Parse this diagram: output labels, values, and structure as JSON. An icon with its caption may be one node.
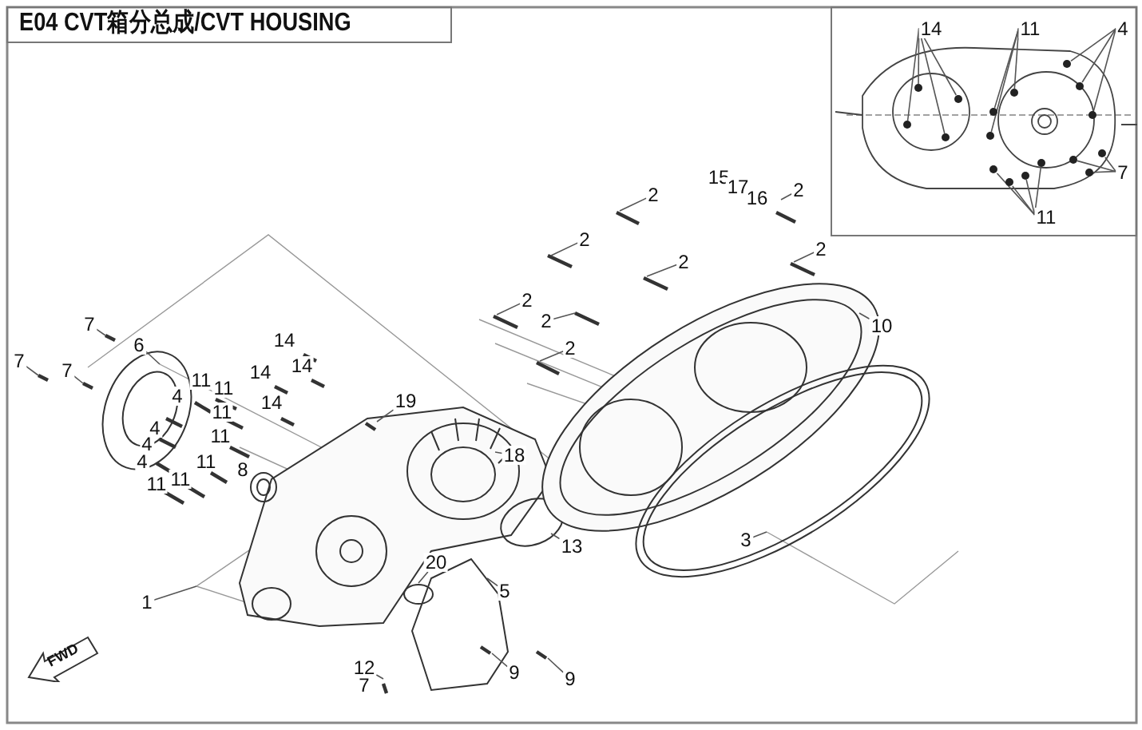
{
  "diagram": {
    "title": "E04 CVT箱分总成/CVT HOUSING",
    "nodes": [
      {
        "text": [
          "2"
        ]
      },
      {
        "text": [
          "15"
        ]
      },
      {
        "text": [
          "17"
        ]
      },
      {
        "text": [
          "16"
        ]
      },
      {
        "text": [
          "2"
        ]
      },
      {
        "text": [
          "2"
        ]
      },
      {
        "text": [
          "2"
        ]
      },
      {
        "text": [
          "2"
        ]
      },
      {
        "text": [
          "2"
        ]
      },
      {
        "text": [
          "2"
        ]
      },
      {
        "text": [
          "2"
        ]
      },
      {
        "text": [
          "14"
        ]
      },
      {
        "text": [
          "11"
        ]
      },
      {
        "text": [
          "4"
        ]
      },
      {
        "text": [
          "7"
        ]
      },
      {
        "text": [
          "11"
        ]
      },
      {
        "text": [
          "7"
        ]
      },
      {
        "text": [
          "6"
        ]
      },
      {
        "text": [
          "7"
        ]
      },
      {
        "text": [
          "7"
        ]
      },
      {
        "text": [
          "14"
        ]
      },
      {
        "text": [
          "14"
        ]
      },
      {
        "text": [
          "14"
        ]
      },
      {
        "text": [
          "14"
        ]
      },
      {
        "text": [
          "11"
        ]
      },
      {
        "text": [
          "11"
        ]
      },
      {
        "text": [
          "4"
        ]
      },
      {
        "text": [
          "11"
        ]
      },
      {
        "text": [
          "4"
        ]
      },
      {
        "text": [
          "11"
        ]
      },
      {
        "text": [
          "4"
        ]
      },
      {
        "text": [
          "4"
        ]
      },
      {
        "text": [
          "11"
        ]
      },
      {
        "text": [
          "8"
        ]
      },
      {
        "text": [
          "11"
        ]
      },
      {
        "text": [
          "11"
        ]
      },
      {
        "text": [
          "19"
        ]
      },
      {
        "text": [
          "18"
        ]
      },
      {
        "text": [
          "1"
        ]
      },
      {
        "text": [
          "20"
        ]
      },
      {
        "text": [
          "13"
        ]
      },
      {
        "text": [
          "5"
        ]
      },
      {
        "text": [
          "12"
        ]
      },
      {
        "text": [
          "7"
        ]
      },
      {
        "text": [
          "9"
        ]
      },
      {
        "text": [
          "9"
        ]
      },
      {
        "text": [
          "10"
        ]
      },
      {
        "text": [
          "3"
        ]
      },
      {
        "text": [
          "FWD"
        ]
      },
      {
        "text": [],
        "shape": "circle"
      },
      {
        "text": [],
        "shape": "circle"
      },
      {
        "text": [],
        "shape": "circle"
      },
      {
        "text": [],
        "shape": "circle"
      },
      {
        "text": [],
        "shape": "circle"
      },
      {
        "text": [],
        "shape": "circle"
      },
      {
        "text": [],
        "shape": "circle"
      },
      {
        "text": [],
        "shape": "circle"
      },
      {
        "text": [],
        "shape": "circle"
      },
      {
        "text": [],
        "shape": "circle"
      },
      {
        "text": [],
        "shape": "circle"
      },
      {
        "text": [],
        "shape": "circle"
      },
      {
        "text": [],
        "shape": "circle"
      },
      {
        "text": [],
        "shape": "circle"
      },
      {
        "text": [],
        "shape": "circle"
      },
      {
        "text": [],
        "shape": "circle"
      },
      {
        "text": [],
        "shape": "circle"
      }
    ],
    "edges": [
      {
        "from": 0,
        "to": null,
        "arrow": "none"
      },
      {
        "from": 4,
        "to": null,
        "arrow": "none"
      },
      {
        "from": 5,
        "to": null,
        "arrow": "none"
      },
      {
        "from": 6,
        "to": null,
        "arrow": "none"
      },
      {
        "from": 7,
        "to": null,
        "arrow": "none"
      },
      {
        "from": 8,
        "to": null,
        "arrow": "none"
      },
      {
        "from": 9,
        "to": null,
        "arrow": "none"
      },
      {
        "from": 10,
        "to": null,
        "arrow": "none"
      },
      {
        "from": 11,
        "to": 49,
        "arrow": "none"
      },
      {
        "from": 11,
        "to": 50,
        "arrow": "none"
      },
      {
        "from": 11,
        "to": 51,
        "arrow": "none"
      },
      {
        "from": 11,
        "to": 52,
        "arrow": "none"
      },
      {
        "from": 12,
        "to": 53,
        "arrow": "none"
      },
      {
        "from": 12,
        "to": 54,
        "arrow": "none"
      },
      {
        "from": 12,
        "to": 55,
        "arrow": "none"
      },
      {
        "from": 13,
        "to": 56,
        "arrow": "none"
      },
      {
        "from": 13,
        "to": 57,
        "arrow": "none"
      },
      {
        "from": 13,
        "to": 58,
        "arrow": "none"
      },
      {
        "from": 14,
        "to": 59,
        "arrow": "none"
      },
      {
        "from": 14,
        "to": 60,
        "arrow": "none"
      },
      {
        "from": 14,
        "to": 61,
        "arrow": "none"
      },
      {
        "from": 15,
        "to": 62,
        "arrow": "none"
      },
      {
        "from": 15,
        "to": 63,
        "arrow": "none"
      },
      {
        "from": 15,
        "to": 64,
        "arrow": "none"
      },
      {
        "from": 15,
        "to": 65,
        "arrow": "none"
      },
      {
        "from": 16,
        "to": null,
        "arrow": "none"
      },
      {
        "from": 17,
        "to": null,
        "arrow": "none"
      },
      {
        "from": 18,
        "to": null,
        "arrow": "none"
      },
      {
        "from": 19,
        "to": null,
        "arrow": "none"
      },
      {
        "from": 36,
        "to": null,
        "arrow": "none"
      },
      {
        "from": 37,
        "to": null,
        "arrow": "none"
      },
      {
        "from": 38,
        "to": null,
        "arrow": "none"
      },
      {
        "from": 39,
        "to": null,
        "arrow": "none"
      },
      {
        "from": 40,
        "to": null,
        "arrow": "none"
      },
      {
        "from": 41,
        "to": null,
        "arrow": "none"
      },
      {
        "from": 42,
        "to": null,
        "arrow": "none"
      },
      {
        "from": 44,
        "to": null,
        "arrow": "none"
      },
      {
        "from": 45,
        "to": null,
        "arrow": "none"
      },
      {
        "from": 46,
        "to": null,
        "arrow": "none"
      },
      {
        "from": 47,
        "to": null,
        "arrow": "none"
      }
    ]
  }
}
